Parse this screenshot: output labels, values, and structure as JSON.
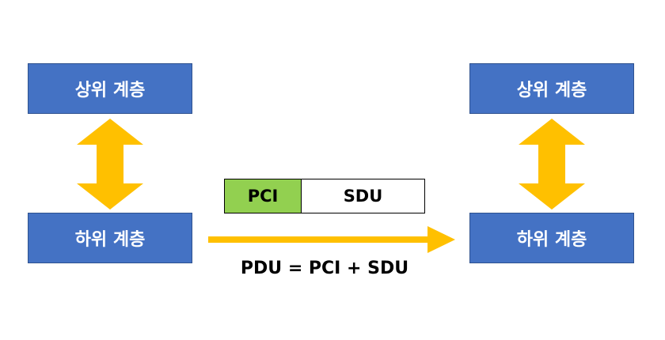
{
  "left_stack": {
    "upper_label": "상위 계층",
    "lower_label": "하위 계층"
  },
  "right_stack": {
    "upper_label": "상위 계층",
    "lower_label": "하위 계층"
  },
  "packet": {
    "pci_label": "PCI",
    "sdu_label": "SDU"
  },
  "formula": "PDU = PCI + SDU",
  "colors": {
    "layer_fill": "#4472c4",
    "arrow_fill": "#ffc000",
    "pci_fill": "#92d050"
  }
}
